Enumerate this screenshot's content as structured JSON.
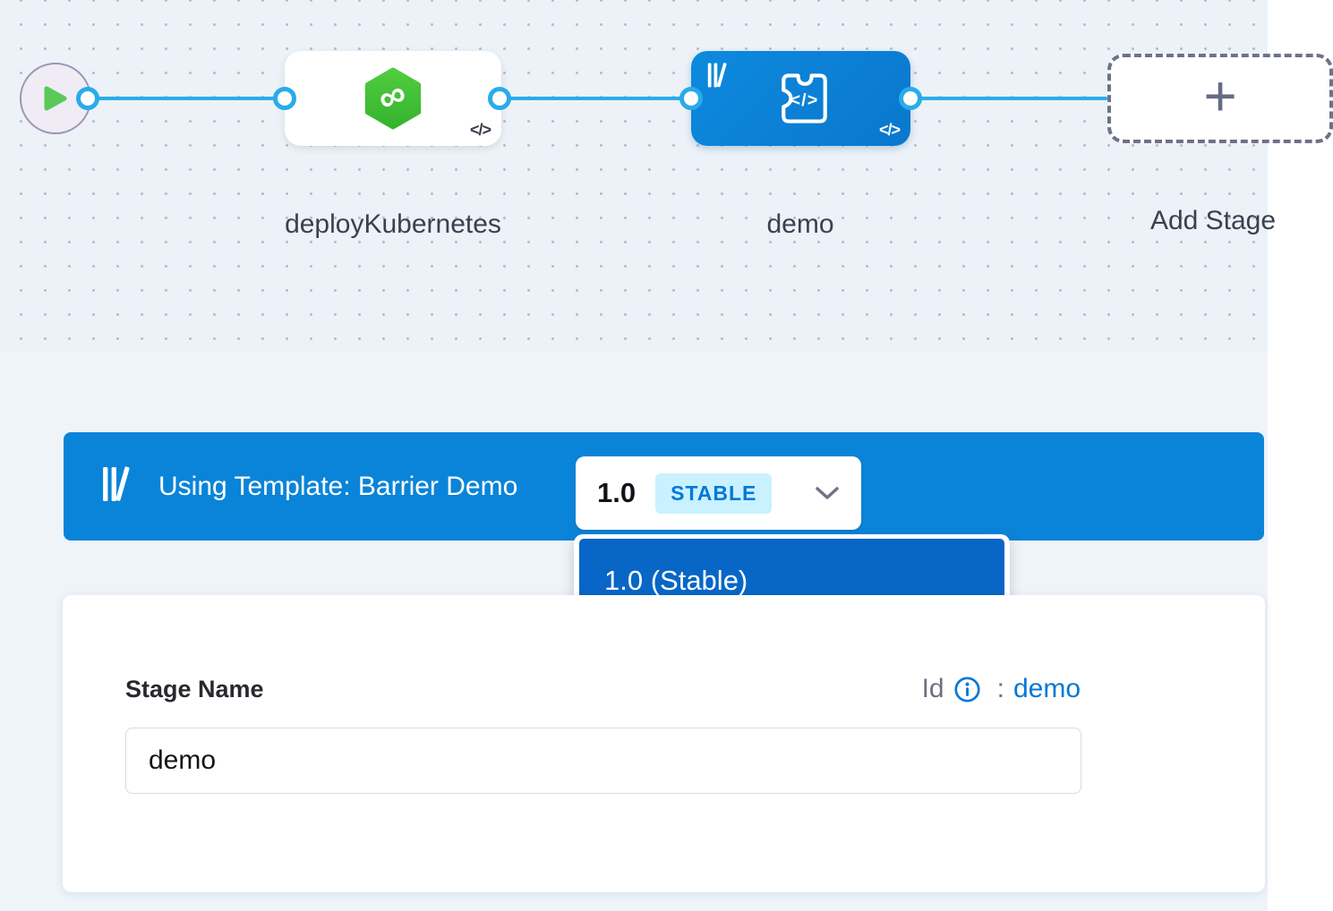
{
  "canvas": {
    "stages": [
      {
        "label": "deployKubernetes",
        "type": "deploy"
      },
      {
        "label": "demo",
        "type": "custom-template"
      }
    ],
    "add_stage_label": "Add Stage"
  },
  "icons": {
    "code": "</>",
    "plus": "+",
    "loop": "∞"
  },
  "template_banner": {
    "label": "Using Template: Barrier Demo",
    "version": "1.0",
    "badge": "STABLE"
  },
  "version_menu": {
    "items": [
      "1.0 (Stable)"
    ]
  },
  "stage_form": {
    "name_label": "Stage Name",
    "name_value": "demo",
    "id_label": "Id",
    "id_colon": ":",
    "id_value": "demo"
  },
  "colors": {
    "banner_blue": "#0a84d9",
    "menu_item_blue": "#0866c6",
    "link_blue": "#0278d5",
    "connector_blue": "#29abeb",
    "stage_node_blue": "#0b82d6",
    "deploy_green": "#42c13a",
    "badge_bg": "#c9f1ff",
    "canvas_bg": "#ecf2f7"
  }
}
